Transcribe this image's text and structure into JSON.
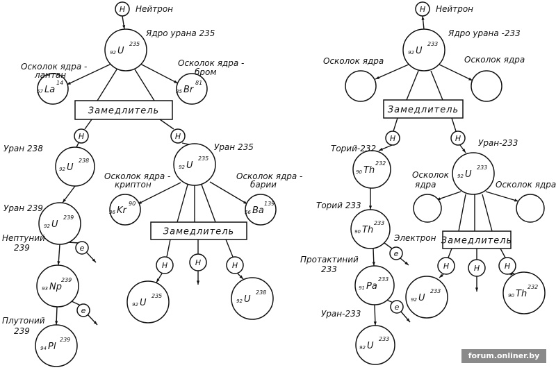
{
  "moderator": "Замедлитель",
  "neutron_symbol": "Н",
  "electron_symbol": "е",
  "labels": [
    "Нейтрон",
    "Ядро урана 235",
    "Осколок ядра -",
    "лантан",
    "Осколок ядра -",
    "бром",
    "Уран 238",
    "Уран 235",
    "Осколок ядра -",
    "криптон",
    "Осколок ядра -",
    "барии",
    "Уран 239",
    "Нептуний",
    "239",
    "Плутоний",
    "239",
    "Нейтрон",
    "Ядро урана -233",
    "Осколок ядра",
    "Осколок ядра",
    "Торий-232",
    "Уран-233",
    "Осколок",
    "ядра",
    "Осколок ядра",
    "Торий 233",
    "Электрон",
    "Протактиний",
    "233",
    "Уран-233"
  ],
  "nuclides": [
    {
      "z": "92",
      "symbol": "U",
      "a": "235"
    },
    {
      "z": "57",
      "symbol": "La",
      "a": "14"
    },
    {
      "z": "35",
      "symbol": "Br",
      "a": "81"
    },
    {
      "z": "92",
      "symbol": "U",
      "a": "238"
    },
    {
      "z": "92",
      "symbol": "U",
      "a": "235"
    },
    {
      "z": "36",
      "symbol": "Kr",
      "a": "90"
    },
    {
      "z": "56",
      "symbol": "Ba",
      "a": "139"
    },
    {
      "z": "92",
      "symbol": "U",
      "a": "235"
    },
    {
      "z": "92",
      "symbol": "U",
      "a": "238"
    },
    {
      "z": "92",
      "symbol": "U",
      "a": "239"
    },
    {
      "z": "93",
      "symbol": "Np",
      "a": "239"
    },
    {
      "z": "94",
      "symbol": "Pl",
      "a": "239"
    },
    {
      "z": "92",
      "symbol": "U",
      "a": "233"
    },
    {
      "z": "",
      "symbol": "",
      "a": ""
    },
    {
      "z": "",
      "symbol": "",
      "a": ""
    },
    {
      "z": "90",
      "symbol": "Th",
      "a": "232"
    },
    {
      "z": "92",
      "symbol": "U",
      "a": "233"
    },
    {
      "z": "",
      "symbol": "",
      "a": ""
    },
    {
      "z": "",
      "symbol": "",
      "a": ""
    },
    {
      "z": "92",
      "symbol": "U",
      "a": "233"
    },
    {
      "z": "90",
      "symbol": "Th",
      "a": "232"
    },
    {
      "z": "90",
      "symbol": "Th",
      "a": "233"
    },
    {
      "z": "91",
      "symbol": "Pa",
      "a": "233"
    },
    {
      "z": "92",
      "symbol": "U",
      "a": "233"
    }
  ],
  "watermark": "forum.onliner.by"
}
